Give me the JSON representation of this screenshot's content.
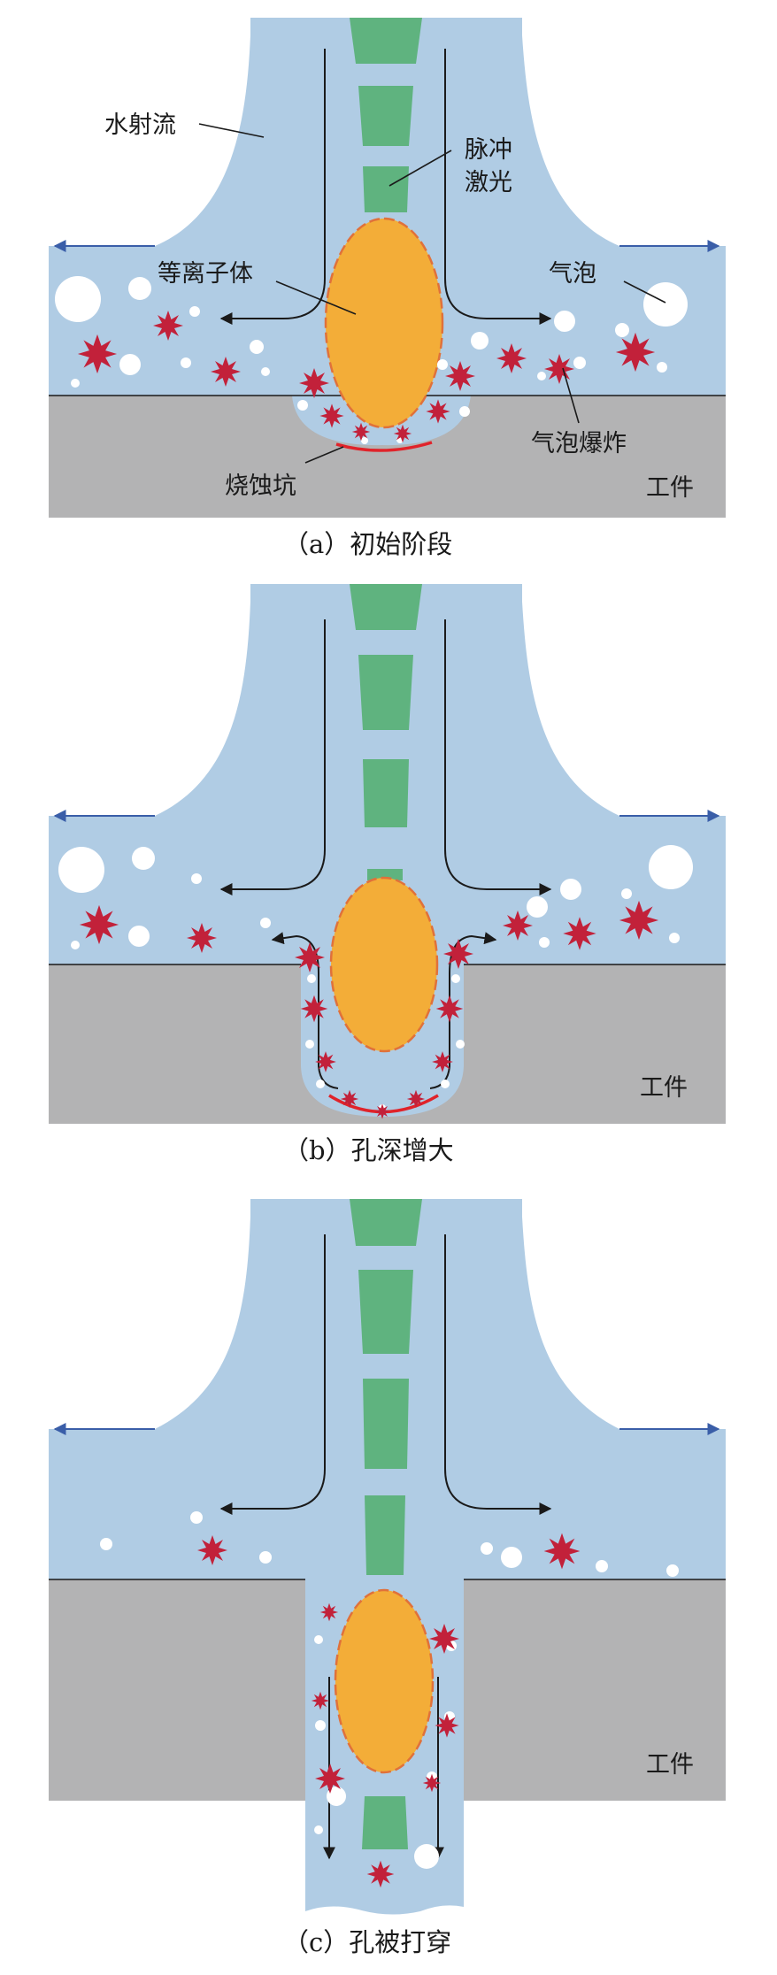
{
  "labels": {
    "water_jet": "水射流",
    "pulse_laser_1": "脉冲",
    "pulse_laser_2": "激光",
    "plasma": "等离子体",
    "bubble": "气泡",
    "bubble_burst": "气泡爆炸",
    "ablation_pit": "烧蚀坑",
    "workpiece": "工件"
  },
  "captions": {
    "a": "（a）初始阶段",
    "b": "（b）孔深增大",
    "c": "（c）孔被打穿"
  },
  "colors": {
    "water": "#b0cce4",
    "laser": "#5fb37f",
    "plasma": "#f3ad38",
    "plasma_outline": "#e0713a",
    "workpiece": "#b3b3b4",
    "burst": "#c2213a",
    "pit_line": "#e0232a",
    "arrow": "#1a1a1a",
    "edge_arrow": "#3a5ea8",
    "bubble": "#ffffff"
  }
}
